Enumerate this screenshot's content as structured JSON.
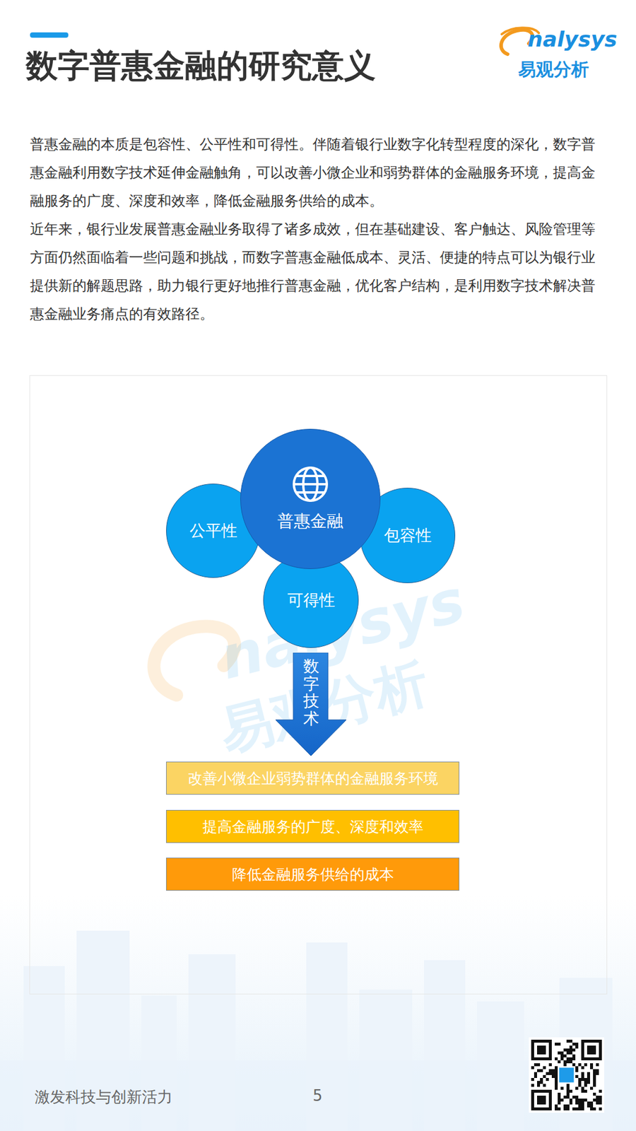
{
  "diagram": {
    "title": "数字普惠金融的研究意义",
    "nodes": [
      {
        "text": [
          "普惠金融"
        ]
      },
      {
        "text": [
          "公平性"
        ]
      },
      {
        "text": [
          "包容性"
        ]
      },
      {
        "text": [
          "可得性"
        ]
      },
      {
        "text": [
          "数字技术"
        ]
      },
      {
        "text": [
          "改善小微企业弱势群体的金融服务环境"
        ]
      },
      {
        "text": [
          "提高金融服务的广度、深度和效率"
        ]
      },
      {
        "text": [
          "降低金融服务供给的成本"
        ]
      }
    ],
    "labels": [
      "nalysys",
      "易观分析",
      "普惠金融的本质是包容性、公平性和可得性。伴随着银行业数字化转型程度的深化，数字普惠金融利用数字技术延伸金融触角，可以改善小微企业和弱势群体的金融服务环境，提高金融服务的广度、深度和效率，降低金融服务供给的成本。",
      "近年来，银行业发展普惠金融业务取得了诸多成效，但在基础建设、客户触达、风险管理等方面仍然面临着一些问题和挑战，而数字普惠金融低成本、灵活、便捷的特点可以为银行业提供新的解题思路，助力银行更好地推行普惠金融，优化客户结构，是利用数字技术解决普惠金融业务痛点的有效路径。",
      "nalysys",
      "易观分析",
      "激发科技与创新活力",
      "5"
    ]
  }
}
